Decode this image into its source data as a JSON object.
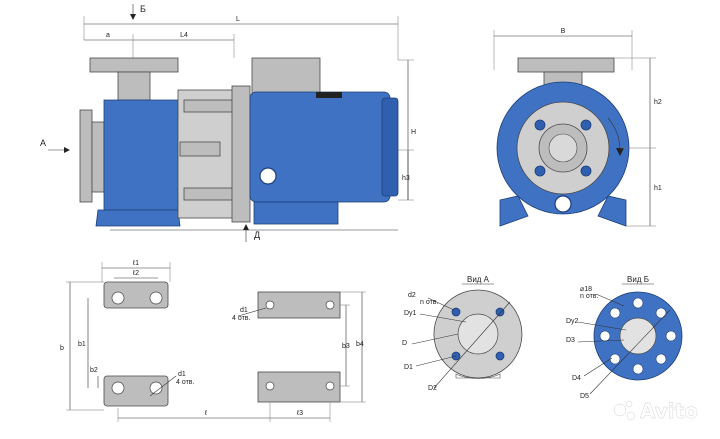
{
  "side_view": {
    "dim_L": "L",
    "dim_a": "a",
    "dim_L4": "L4",
    "dim_H": "H",
    "dim_h3": "h3",
    "arrow_A": "A",
    "arrow_B": "Б",
    "arrow_D": "Д"
  },
  "front_view": {
    "dim_B": "B",
    "dim_h2": "h2",
    "dim_h1": "h1"
  },
  "feet_plan": {
    "dim_l1": "ℓ1",
    "dim_l2": "ℓ2",
    "dim_b": "b",
    "dim_b1": "b1",
    "dim_b2": "b2",
    "dim_d1_left": "d1",
    "dim_holes_left": "4 отв.",
    "dim_l": "ℓ",
    "dim_d1_right": "d1",
    "dim_holes_right": "4 отв.",
    "dim_b3": "b3",
    "dim_b4": "b4",
    "dim_l3": "ℓ3"
  },
  "view_a": {
    "title": "Вид А",
    "d2": "d2",
    "d2_holes": "n отв.",
    "dy1": "Dy1",
    "d": "D",
    "d1": "D1",
    "d2b": "D2"
  },
  "view_b": {
    "title": "Вид Б",
    "d18": "⌀18",
    "d18_holes": "n отв.",
    "dy2": "Dy2",
    "d3": "D3",
    "d4": "D4",
    "d5": "D5"
  },
  "watermark": "Avito",
  "colors": {
    "pump_blue": "#3f72c2",
    "casing_gray": "#bdbdbd",
    "watermark": "#ffffff"
  }
}
